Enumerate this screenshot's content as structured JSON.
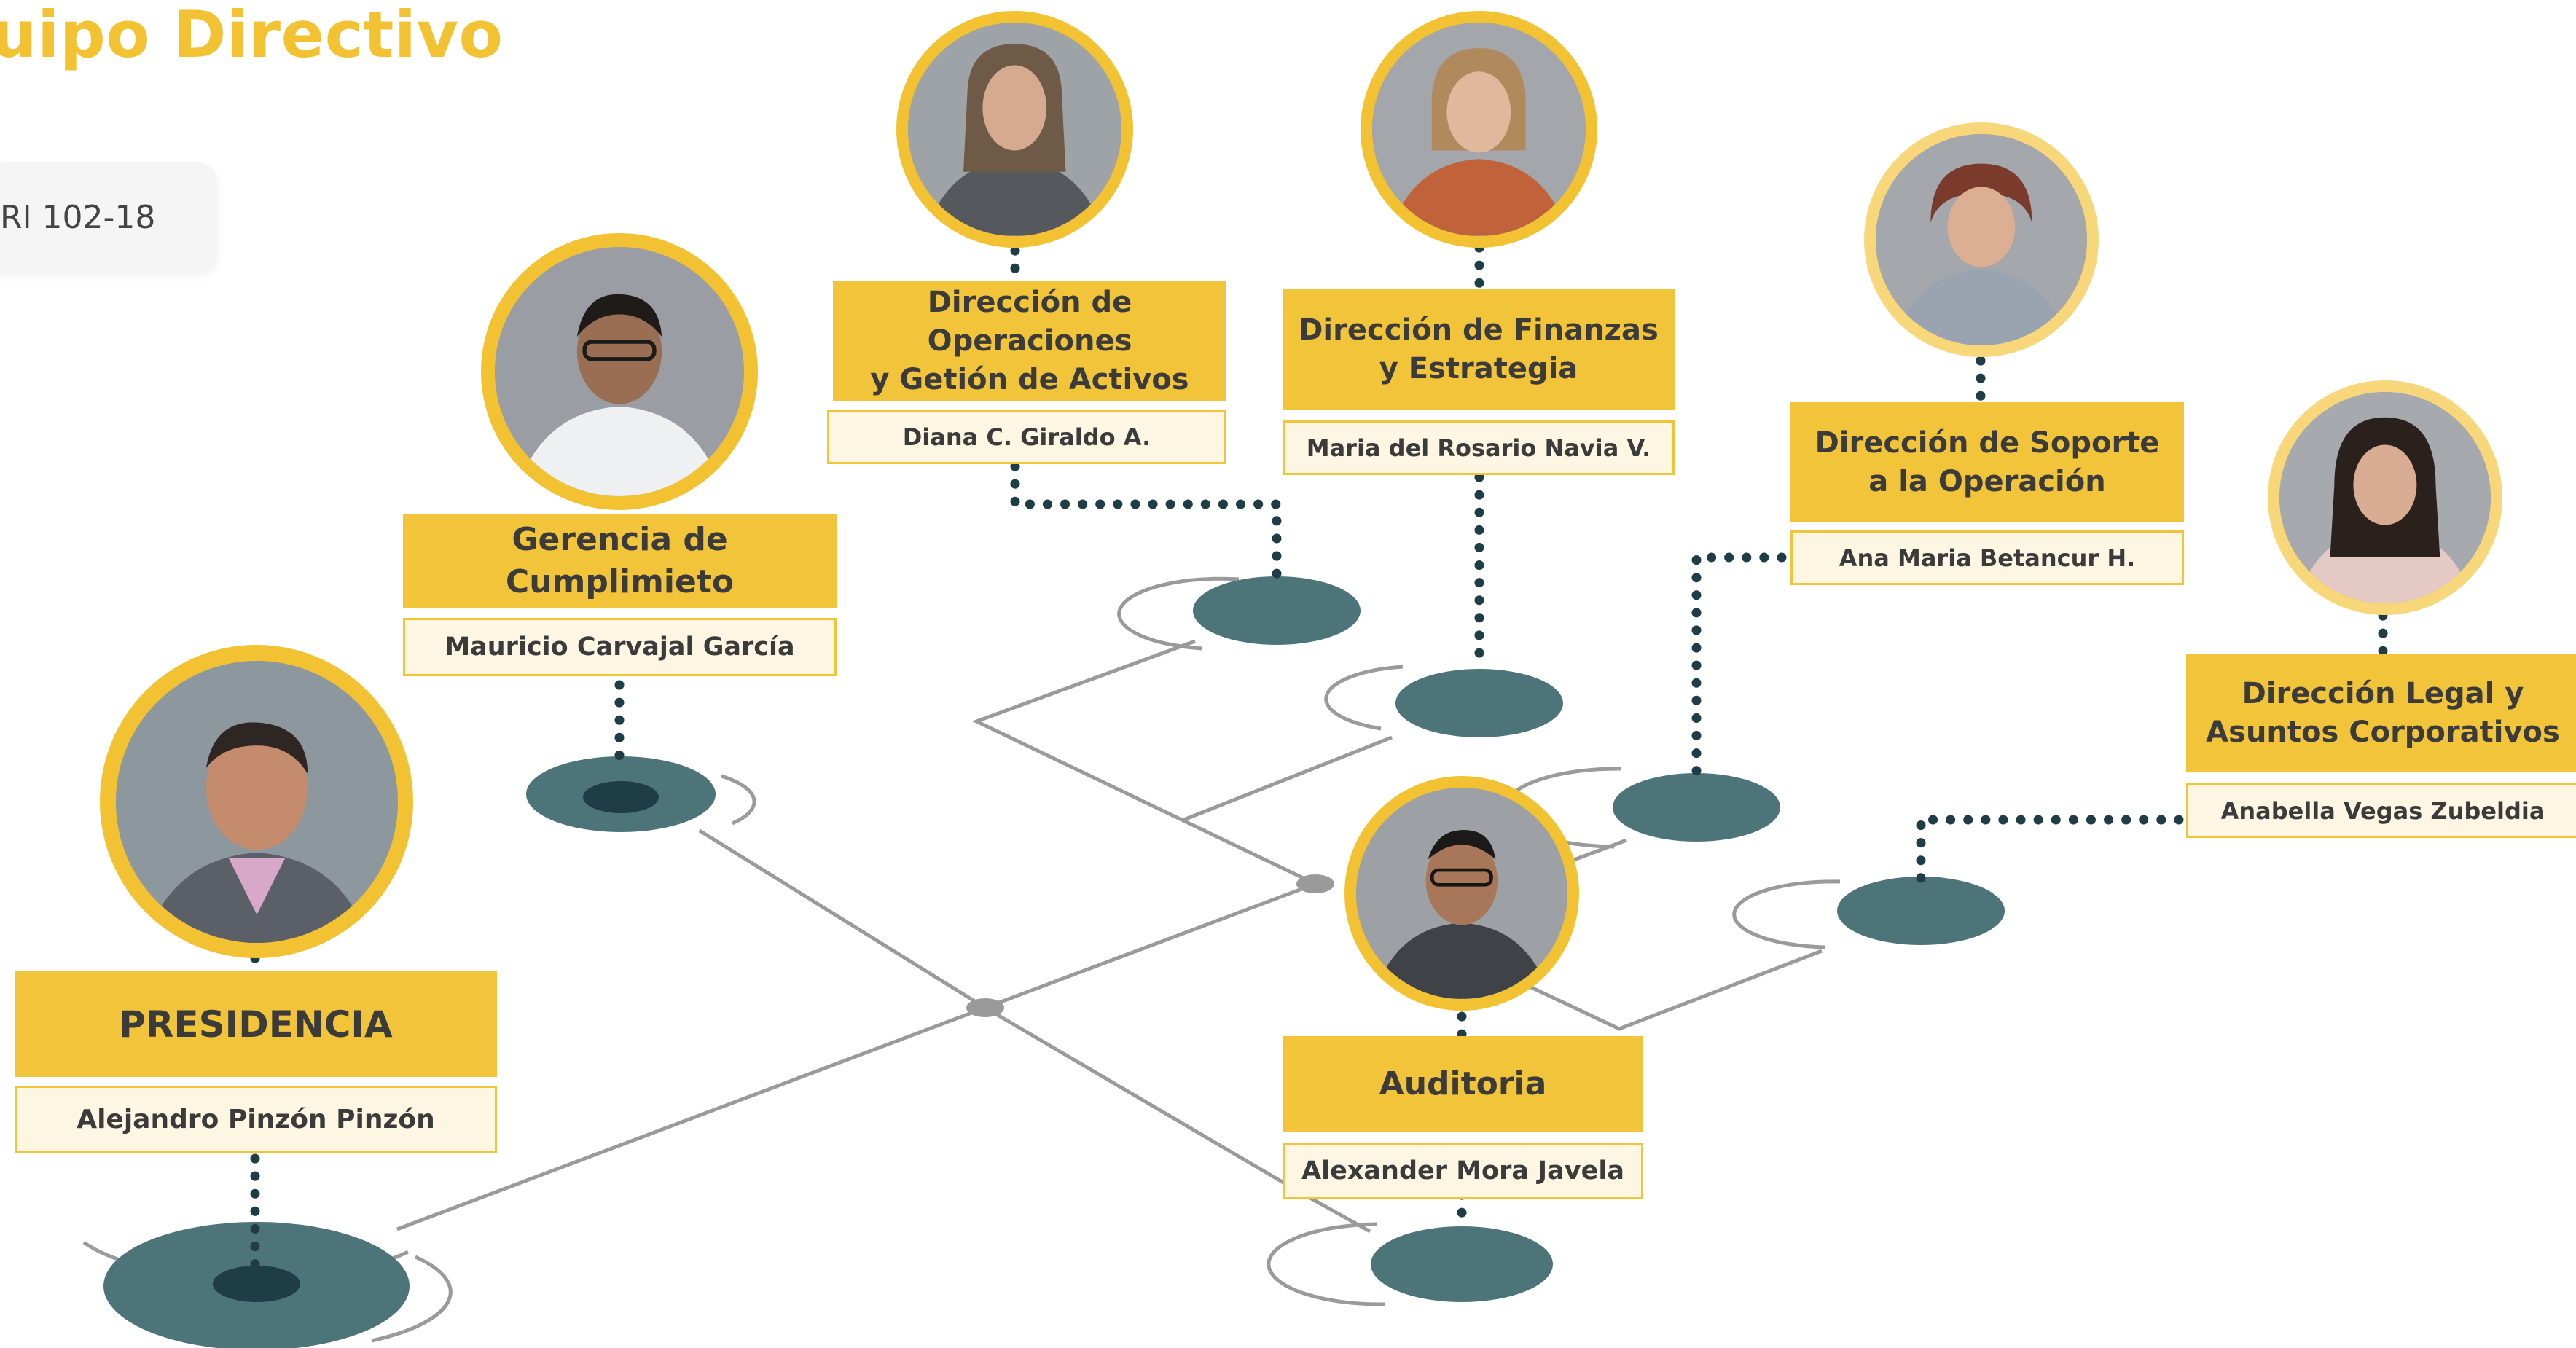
{
  "header": {
    "title": "uipo Directivo",
    "gri_label": "RI 102-18"
  },
  "colors": {
    "accent": "#f2c232",
    "accent_light": "#f7d77a",
    "box_fill": "#f2c43a",
    "name_fill": "#fdf6e3",
    "node": "#4d7479",
    "line": "#9a9a9a",
    "dot": "#1e3d46"
  },
  "positions": [
    {
      "id": "presidencia",
      "role": "PRESIDENCIA",
      "name": "Alejandro Pinzón Pinzón",
      "photo": "portrait of Alejandro Pinzón Pinzón"
    },
    {
      "id": "cumplimiento",
      "role": "Gerencia de Cumplimieto",
      "name": "Mauricio Carvajal García",
      "photo": "portrait of Mauricio Carvajal García"
    },
    {
      "id": "operaciones",
      "role_lines": [
        "Dirección de Operaciones",
        "y Getión de Activos"
      ],
      "name": "Diana C. Giraldo A.",
      "photo": "portrait of Diana C. Giraldo A."
    },
    {
      "id": "finanzas",
      "role_lines": [
        "Dirección de Finanzas",
        "y Estrategia"
      ],
      "name": "Maria del Rosario Navia V.",
      "photo": "portrait of Maria del Rosario Navia V."
    },
    {
      "id": "soporte",
      "role_lines": [
        "Dirección de Soporte",
        "a la Operación"
      ],
      "name": "Ana Maria Betancur H.",
      "photo": "portrait of Ana Maria Betancur H."
    },
    {
      "id": "legal",
      "role_lines": [
        "Dirección Legal y",
        "Asuntos Corporativos"
      ],
      "name": "Anabella Vegas Zubeldia",
      "photo": "portrait of Anabella Vegas Zubeldia"
    },
    {
      "id": "auditoria",
      "role": "Auditoria",
      "name": "Alexander Mora Javela",
      "photo": "portrait of Alexander Mora Javela"
    }
  ]
}
